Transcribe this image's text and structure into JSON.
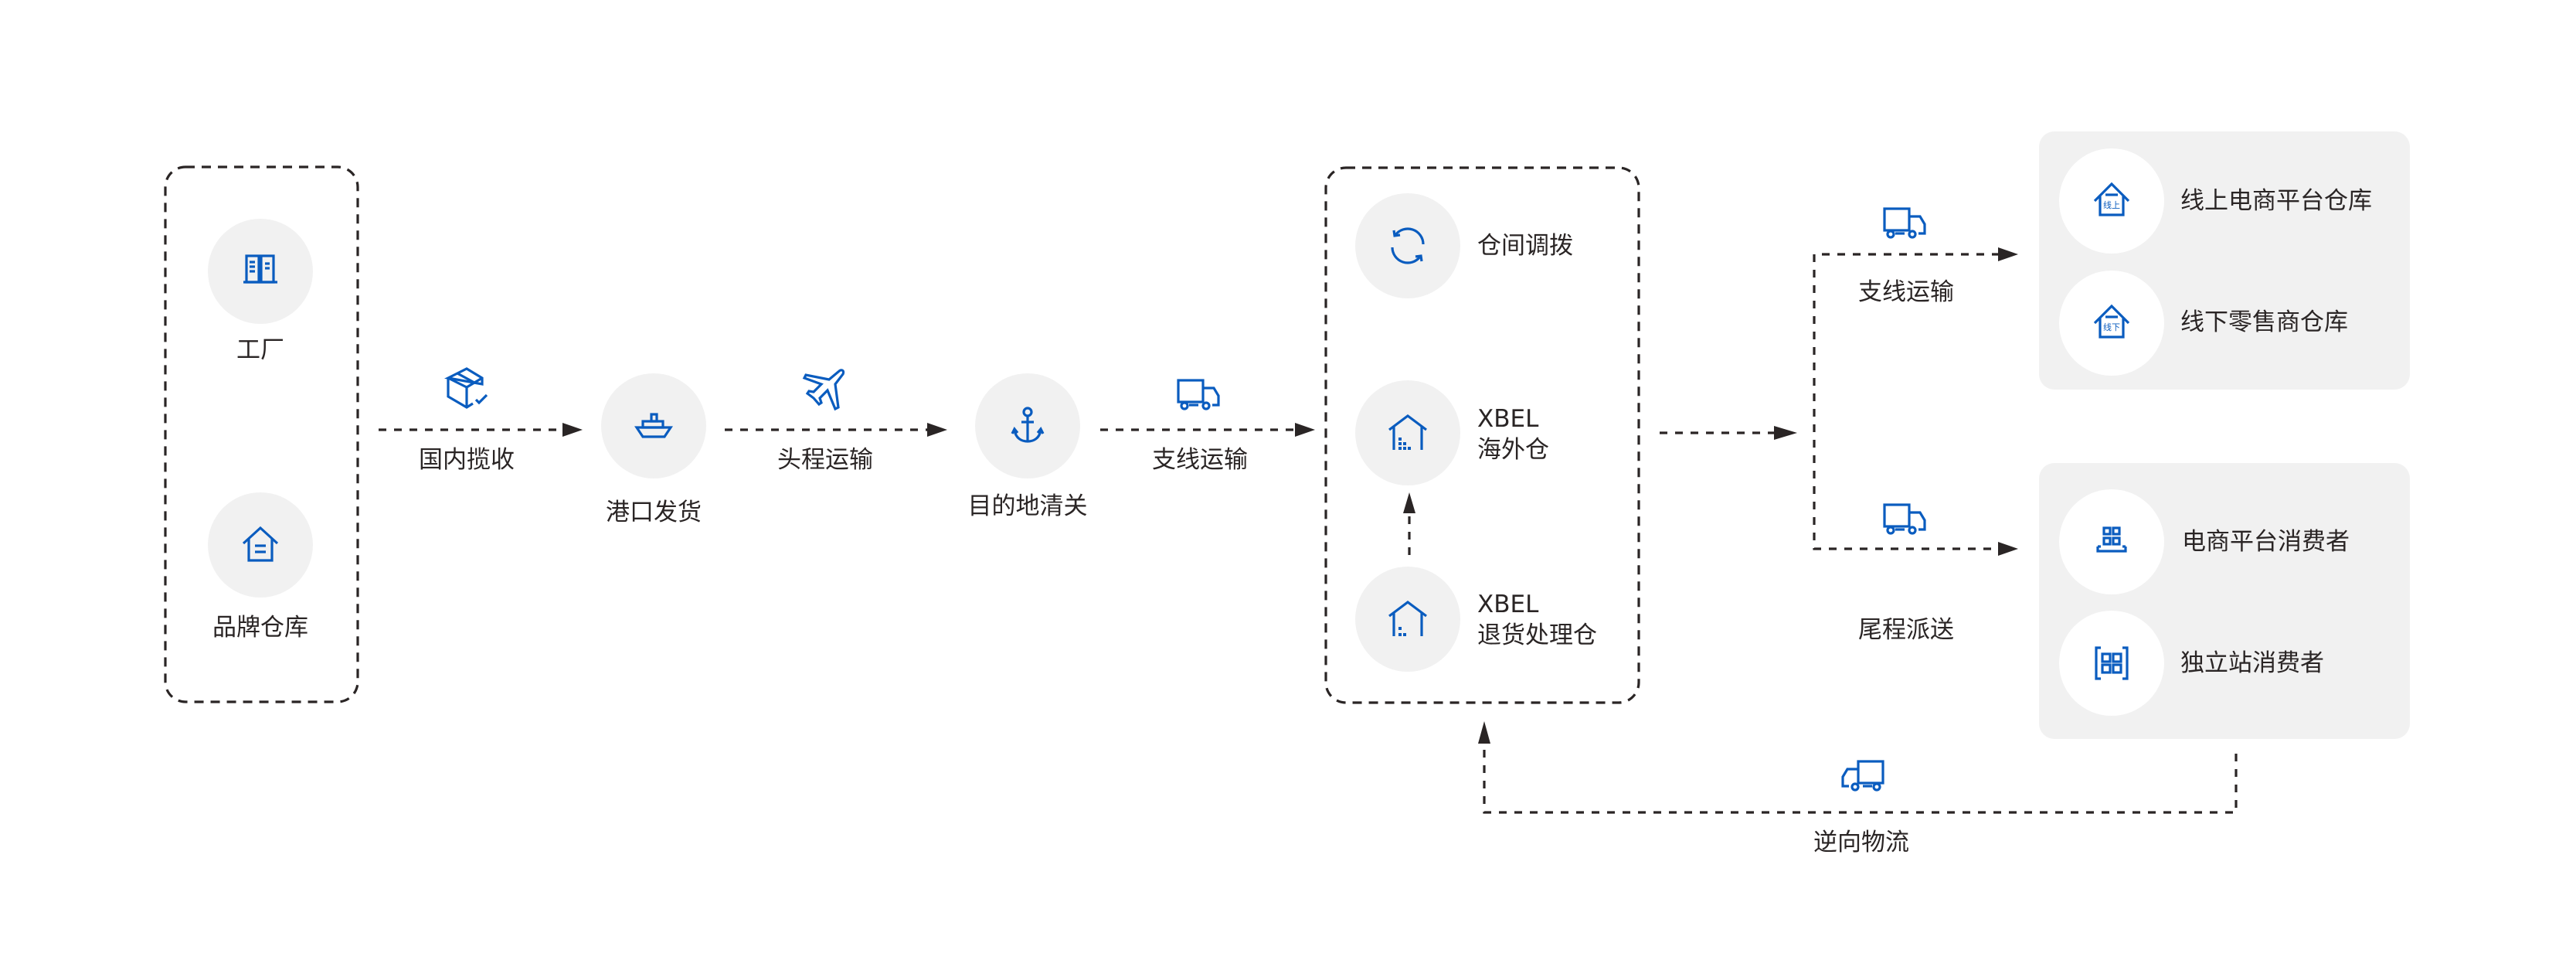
{
  "colors": {
    "accent": "#0a5cbf",
    "line": "#2a2525",
    "node_fill": "#f1f1f1",
    "text": "#2a2525"
  },
  "origin_group": {
    "nodes": [
      {
        "label": "工厂",
        "icon": "factory-icon"
      },
      {
        "label": "品牌仓库",
        "icon": "brand-warehouse-icon"
      }
    ]
  },
  "main_flow": {
    "edges": [
      {
        "label": "国内揽收",
        "icon": "package-check-icon"
      },
      {
        "label": "头程运输",
        "icon": "airplane-icon"
      },
      {
        "label": "支线运输",
        "icon": "truck-icon"
      }
    ],
    "nodes": [
      {
        "label": "港口发货",
        "icon": "ship-icon"
      },
      {
        "label": "目的地清关",
        "icon": "anchor-icon"
      }
    ]
  },
  "xbel_group": {
    "nodes": [
      {
        "label": "仓间调拨",
        "icon": "transfer-cycle-icon"
      },
      {
        "label_line1": "XBEL",
        "label_line2": "海外仓",
        "icon": "overseas-warehouse-icon"
      },
      {
        "label_line1": "XBEL",
        "label_line2": "退货处理仓",
        "icon": "returns-warehouse-icon"
      }
    ]
  },
  "branches": {
    "upper": {
      "label": "支线运输",
      "icon": "truck-icon"
    },
    "lower": {
      "label": "尾程派送",
      "icon": "truck-icon"
    }
  },
  "destinations": {
    "warehouses": [
      {
        "label": "线上电商平台仓库",
        "icon": "online-warehouse-icon",
        "badge": "线上"
      },
      {
        "label": "线下零售商仓库",
        "icon": "offline-warehouse-icon",
        "badge": "线下"
      }
    ],
    "consumers": [
      {
        "label": "电商平台消费者",
        "icon": "ecommerce-consumer-icon"
      },
      {
        "label": "独立站消费者",
        "icon": "independent-site-consumer-icon"
      }
    ]
  },
  "reverse": {
    "label": "逆向物流",
    "icon": "truck-reverse-icon"
  }
}
